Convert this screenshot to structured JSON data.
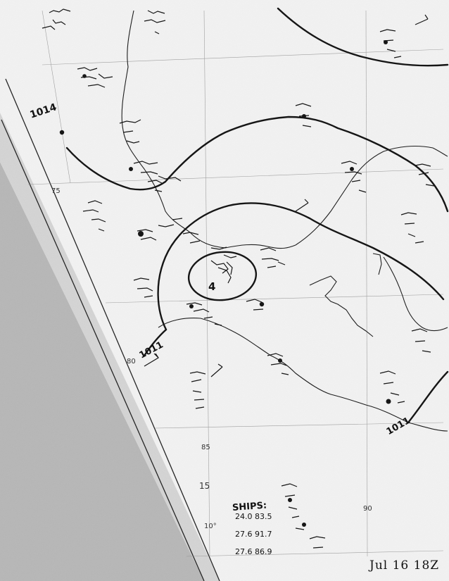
{
  "map": {
    "isobars": [
      "1014",
      "1011",
      "1011"
    ],
    "center_number": "4",
    "grid_labels": [
      "15",
      "90",
      "10°",
      "85",
      "80",
      "75"
    ],
    "ships": {
      "title": "SHIPS:",
      "rows": [
        "24.0  83.5",
        "27.6  91.7",
        "27.6  86.9"
      ]
    },
    "date_stamp": "Jul 16 18Z"
  },
  "colors": {
    "paper": "#f2f2f2",
    "margin_strip": "#b3b3b3",
    "ink": "#111111",
    "gridline": "#8a8a8a"
  }
}
